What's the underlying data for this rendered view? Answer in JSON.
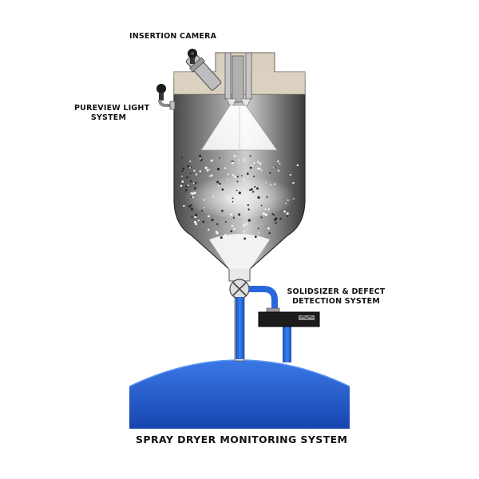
{
  "labels": {
    "insertion_camera": "INSERTION CAMERA",
    "pureview_line1": "PUREVIEW LIGHT",
    "pureview_line2": "SYSTEM",
    "solidsizer_line1": "SOLIDSIZER & DEFECT",
    "solidsizer_line2": "DETECTION SYSTEM",
    "title": "SPRAY DRYER MONITORING SYSTEM"
  },
  "colors": {
    "vessel_dark": "#3a3a3c",
    "vessel_light": "#c9c9cb",
    "lid": "#d9cfbf",
    "blue": "#1f5fd0",
    "blue_dark": "#123c9a",
    "detector": "#1c1c1c"
  }
}
